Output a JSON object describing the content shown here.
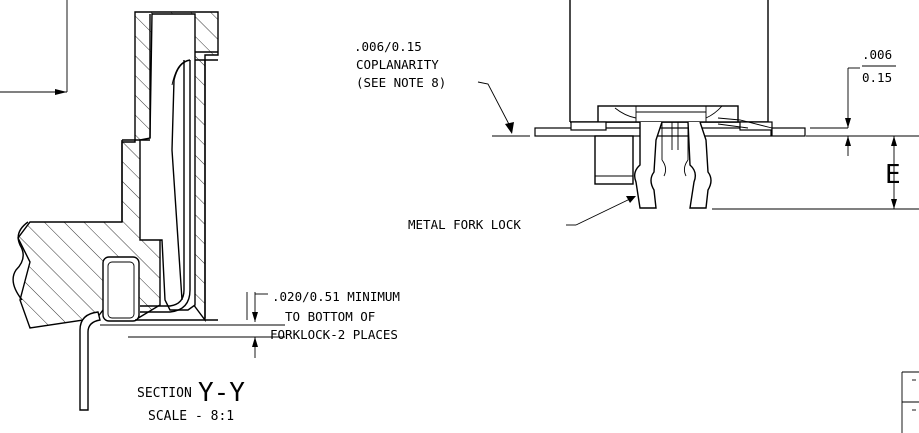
{
  "section": {
    "title_prefix": "SECTION",
    "title_mark": "Y-Y",
    "scale_text": "SCALE - 8:1"
  },
  "annotations": {
    "min_dim_line1": ".020/0.51 MINIMUM",
    "min_dim_line2": "TO BOTTOM OF",
    "min_dim_line3": "FORKLOCK-2 PLACES",
    "coplanarity_line1": ".006/0.15",
    "coplanarity_line2": "COPLANARITY",
    "coplanarity_line3": "(SEE NOTE 8)",
    "fork_lock_label": "METAL FORK LOCK",
    "tol_inch": ".006",
    "tol_mm": "0.15",
    "dim_letter": "E"
  },
  "colors": {
    "line": "#000000",
    "background": "#ffffff"
  }
}
